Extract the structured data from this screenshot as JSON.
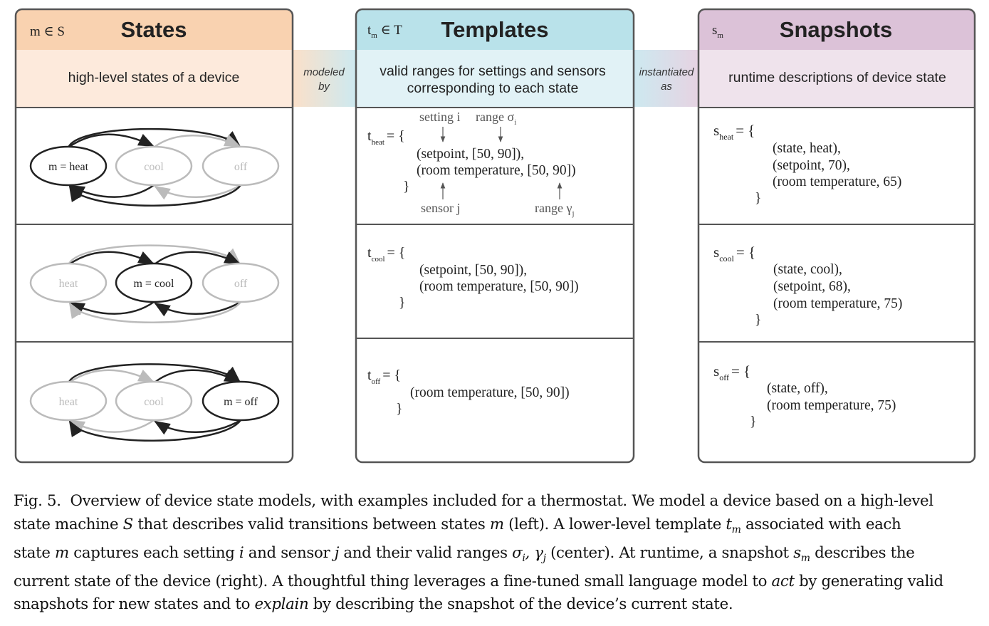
{
  "colors": {
    "states_header": "#f9d2b0",
    "states_sub": "#fdeadc",
    "templates_header": "#b9e2ea",
    "templates_sub": "#e1f2f6",
    "snapshots_header": "#dcc2d8",
    "snapshots_sub": "#efe3ec",
    "border": "#555555",
    "active": "#222222",
    "inactive": "#bbbbbb"
  },
  "columns": {
    "states": {
      "symbol": "m ∈ S",
      "title": "States",
      "subtitle": "high-level states of a device"
    },
    "templates": {
      "symbol_base": "t",
      "symbol_sub": "m",
      "symbol_rest": " ∈ T",
      "title": "Templates",
      "subtitle_line1": "valid ranges for settings and sensors",
      "subtitle_line2": "corresponding to each state"
    },
    "snapshots": {
      "symbol_base": "s",
      "symbol_sub": "m",
      "title": "Snapshots",
      "subtitle": "runtime descriptions of device state"
    }
  },
  "connectors": {
    "modeled_by_1": "modeled",
    "modeled_by_2": "by",
    "instantiated_as_1": "instantiated",
    "instantiated_as_2": "as"
  },
  "states": {
    "heat_row": {
      "a": "m = heat",
      "b": "cool",
      "c": "off"
    },
    "cool_row": {
      "a": "heat",
      "b": "m = cool",
      "c": "off"
    },
    "off_row": {
      "a": "heat",
      "b": "cool",
      "c": "m = off"
    }
  },
  "templates": {
    "heat": {
      "name_base": "t",
      "name_sub": "heat",
      "open": "= {",
      "line1": "(setpoint, [50, 90]),",
      "line2": "(room temperature, [50, 90])",
      "close": "}",
      "ann_setting": "setting i",
      "ann_range_sigma": "range σ",
      "ann_range_sigma_sub": "i",
      "ann_sensor": "sensor j",
      "ann_range_gamma": "range γ",
      "ann_range_gamma_sub": "j"
    },
    "cool": {
      "name_base": "t",
      "name_sub": "cool",
      "open": "= {",
      "line1": "(setpoint, [50, 90]),",
      "line2": "(room temperature, [50, 90])",
      "close": "}"
    },
    "off": {
      "name_base": "t",
      "name_sub": "off",
      "open": "= {",
      "line1": "(room temperature, [50, 90])",
      "close": "}"
    }
  },
  "snapshots": {
    "heat": {
      "name_base": "s",
      "name_sub": "heat",
      "open": "= {",
      "line1": "(state, heat),",
      "line2": "(setpoint, 70),",
      "line3": "(room temperature, 65)",
      "close": "}"
    },
    "cool": {
      "name_base": "s",
      "name_sub": "cool",
      "open": "= {",
      "line1": "(state, cool),",
      "line2": "(setpoint, 68),",
      "line3": "(room temperature, 75)",
      "close": "}"
    },
    "off": {
      "name_base": "s",
      "name_sub": "off",
      "open": "= {",
      "line1": "(state, off),",
      "line2": "(room temperature, 75)",
      "close": "}"
    }
  },
  "caption": {
    "label": "Fig. 5.",
    "l1": "Overview of device state models, with examples included for a thermostat. We model a device based on a high-level",
    "l2a": "state machine ",
    "l2b": "S",
    "l2c": " that describes valid transitions between states ",
    "l2d": "m",
    "l2e": " (left). A lower-level template ",
    "l2f": "t",
    "l2g": "m",
    "l2h": " associated with each",
    "l3a": "state ",
    "l3b": "m",
    "l3c": " captures each setting ",
    "l3d": "i",
    "l3e": " and sensor ",
    "l3f": "j",
    "l3g": " and their valid ranges ",
    "l3h": "σ",
    "l3i": "i",
    "l3j": ", γ",
    "l3k": "j",
    "l3l": " (center). At runtime, a snapshot ",
    "l3m": "s",
    "l3n": "m",
    "l3o": " describes the",
    "l4": "current state of the device (right). A thoughtful thing leverages a fine-tuned small language model to ",
    "l4b": "act",
    "l4c": " by generating valid",
    "l5a": "snapshots for new states and to ",
    "l5b": "explain",
    "l5c": " by describing the snapshot of the device’s current state."
  }
}
